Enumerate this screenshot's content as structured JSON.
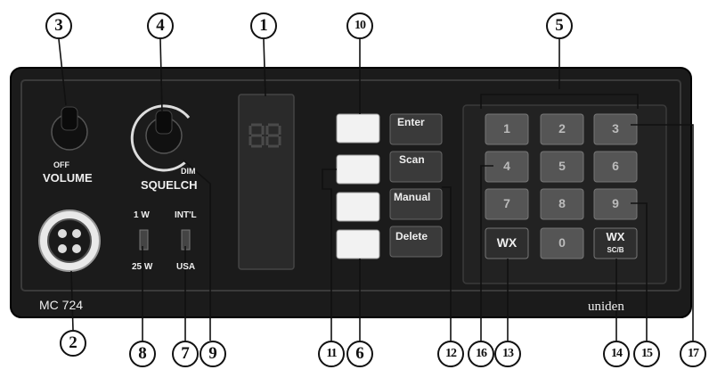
{
  "panel": {
    "model": "MC 724",
    "brand": "uniden"
  },
  "controls": {
    "volume_off": "OFF",
    "volume": "VOLUME",
    "squelch_dim": "DIM",
    "squelch": "SQUELCH",
    "power_high": "1 W",
    "power_low": "25 W",
    "region_intl": "INT'L",
    "region_usa": "USA"
  },
  "display": {
    "digits": "88"
  },
  "buttons": {
    "enter": "Enter",
    "scan": "Scan",
    "manual": "Manual",
    "delete": "Delete"
  },
  "keypad": {
    "keys": [
      "1",
      "2",
      "3",
      "4",
      "5",
      "6",
      "7",
      "8",
      "9",
      "WX",
      "0",
      "WX"
    ],
    "wx_sub": "SC/B"
  },
  "callouts": [
    "1",
    "2",
    "3",
    "4",
    "5",
    "6",
    "7",
    "8",
    "9",
    "10",
    "11",
    "12",
    "13",
    "14",
    "15",
    "16",
    "17"
  ]
}
